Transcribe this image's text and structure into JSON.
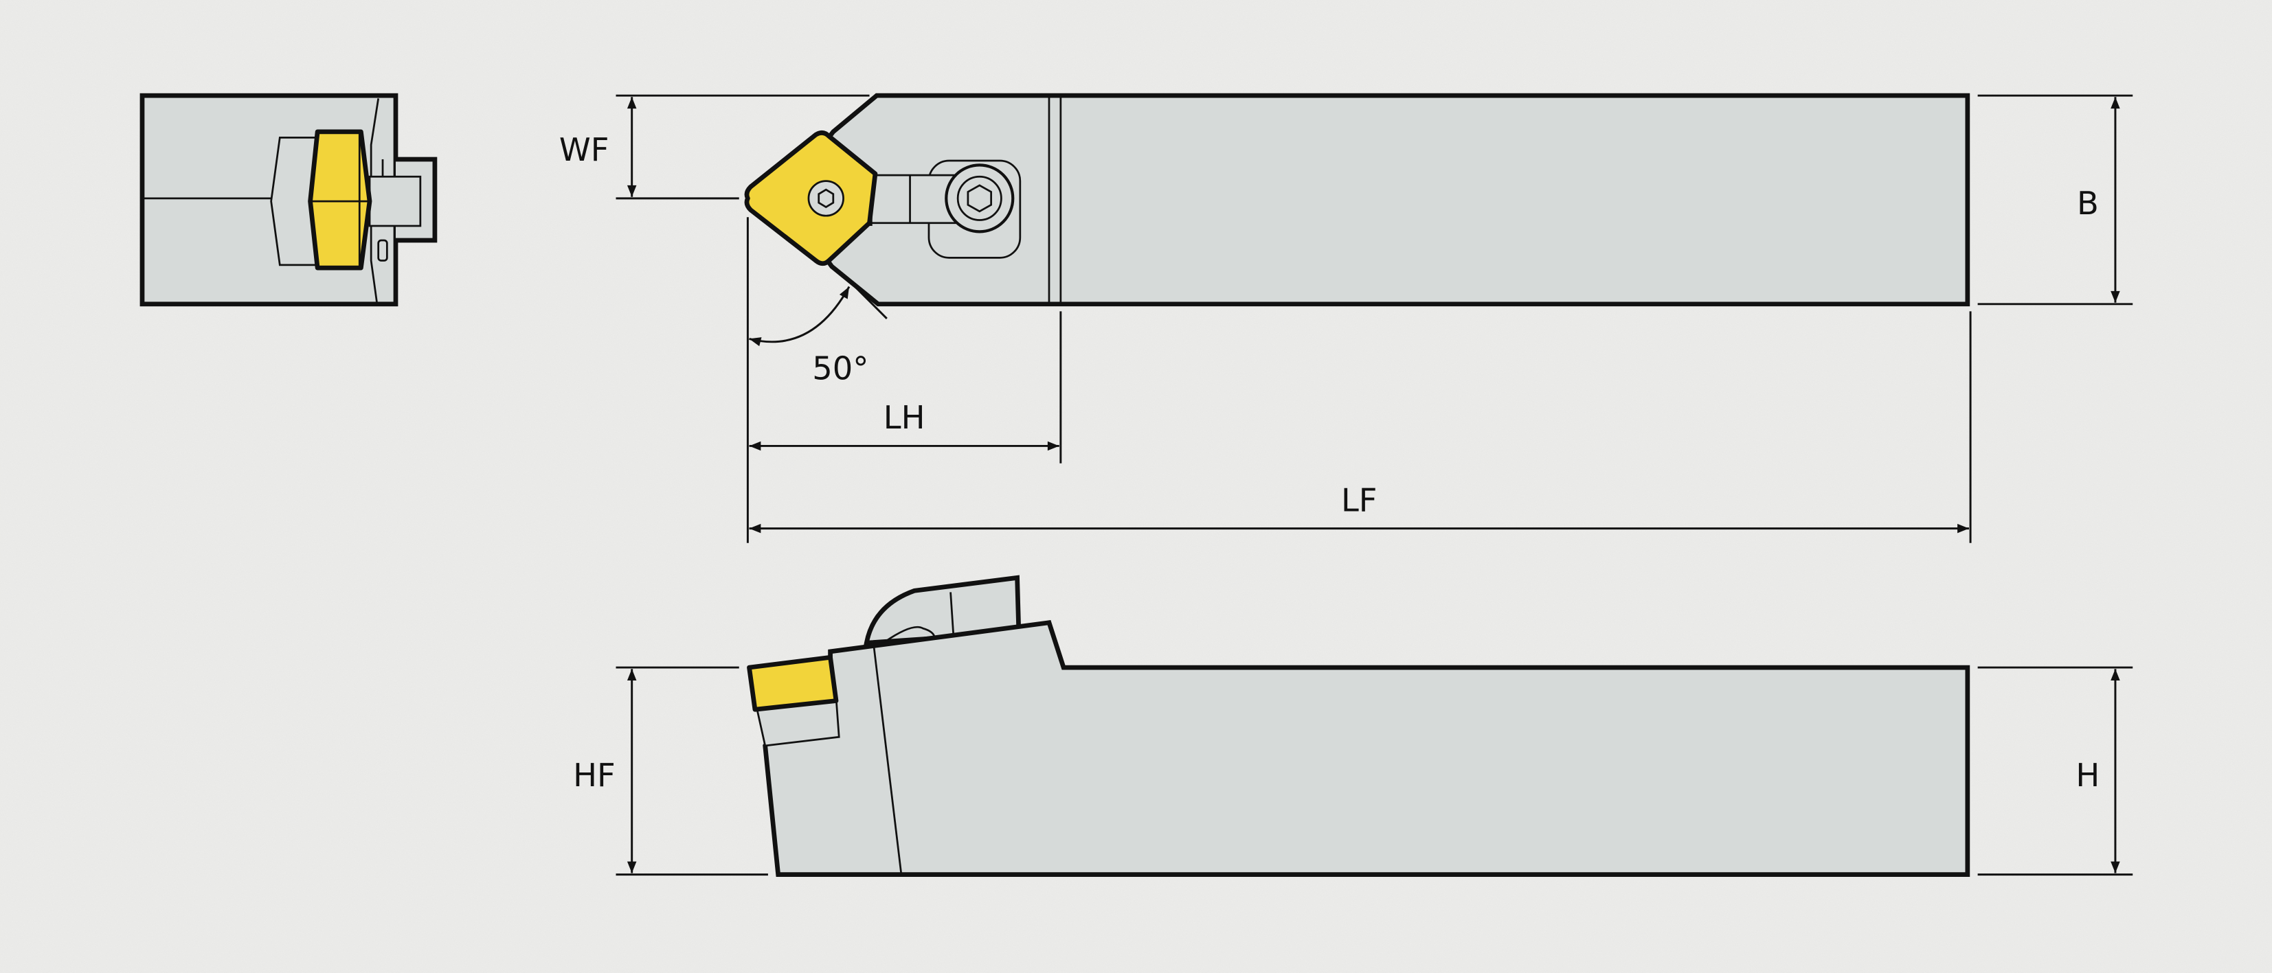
{
  "colors": {
    "background": "#ededeb",
    "holder_body": "#d6dad9",
    "insert": "#f2d43a",
    "outline": "#111111"
  },
  "dimensions": {
    "wf": "WF",
    "b": "B",
    "angle": "50°",
    "lh": "LH",
    "lf": "LF",
    "hf": "HF",
    "h": "H"
  }
}
